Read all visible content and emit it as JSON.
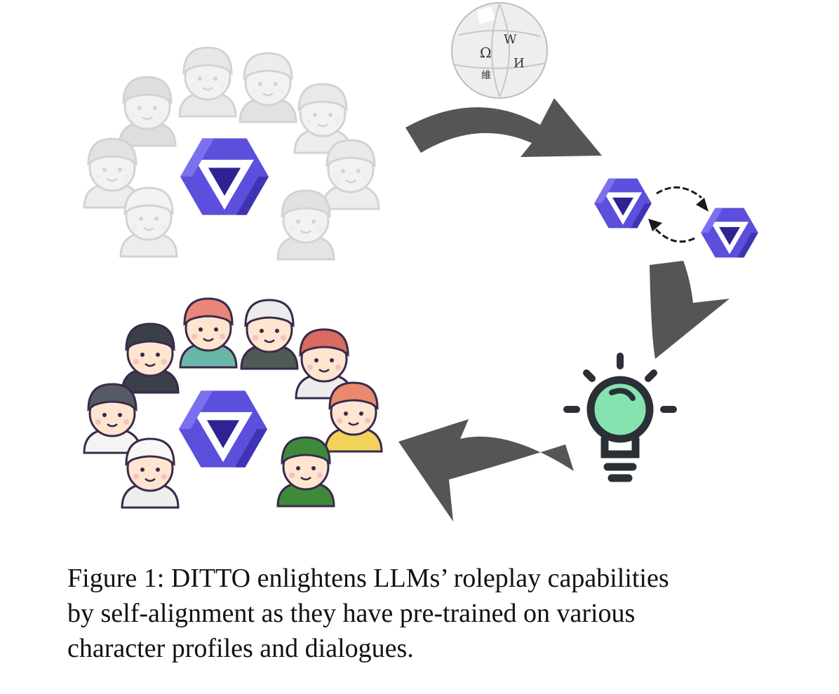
{
  "figure": {
    "icons": {
      "top_cluster": "character-avatars-faded",
      "bottom_cluster": "character-avatars-colored",
      "knowledge_source": "wikipedia-globe-icon",
      "model_logo": "qwen-logo-icon",
      "insight": "lightbulb-icon",
      "flow": "curved-arrow-icon"
    },
    "colors": {
      "model_logo": "#5b4fdc",
      "arrow": "#555555",
      "bulb_glow": "#86e3b0",
      "outline": "#3a2a4a"
    },
    "wiki_glyphs": [
      "Ω",
      "W",
      "И",
      "維"
    ]
  },
  "caption": {
    "label": "Figure 1:",
    "name_first": "D",
    "name_rest": "ITTO",
    "line1_rest": "enlightens LLMs’ roleplay capabilities",
    "line2": "by self-alignment as they have pre-trained on various",
    "line3": "character profiles and dialogues."
  }
}
